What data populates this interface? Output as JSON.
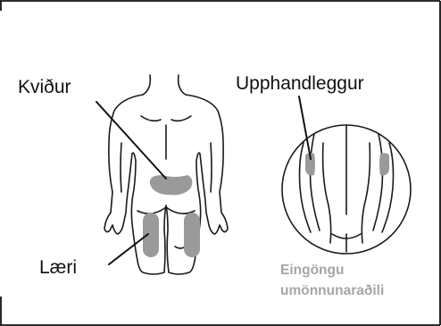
{
  "labels": {
    "abdomen": "Kviður",
    "upper_arm": "Upphandleggur",
    "thigh": "Læri",
    "caregiver_note_line1": "Eingöngu",
    "caregiver_note_line2": "umönnunaraðili"
  },
  "colors": {
    "frame": "#111111",
    "body_outline": "#1a1a1a",
    "injection_zone": "#9a9a9a",
    "note_text": "#a6a6a6"
  }
}
